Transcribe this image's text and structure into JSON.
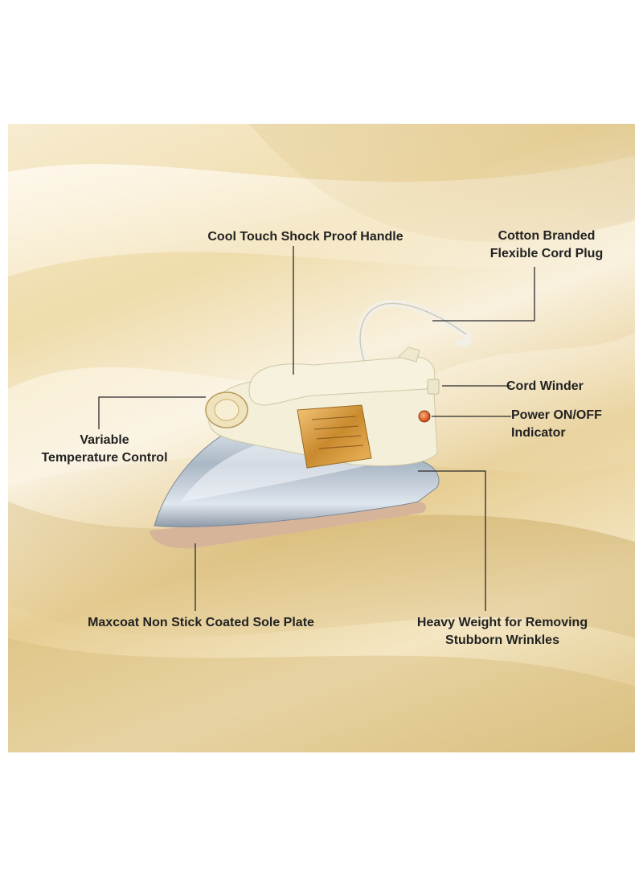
{
  "colors": {
    "background_gold": "#e9d39b",
    "label_text": "#222222",
    "leader_line": "#2b2b2b",
    "iron_body": "#f3efd9",
    "soleplate": "#b9c6d2",
    "indicator_light": "#e2581a"
  },
  "callouts": {
    "handle": "Cool Touch Shock Proof Handle",
    "cord": "Cotton Branded\nFlexible Cord Plug",
    "cord_winder": "Cord Winder",
    "power_indicator": "Power ON/OFF\nIndicator",
    "temperature": "Variable\nTemperature Control",
    "sole_plate": "Maxcoat Non Stick Coated Sole Plate",
    "weight": "Heavy Weight for Removing\nStubborn Wrinkles"
  }
}
